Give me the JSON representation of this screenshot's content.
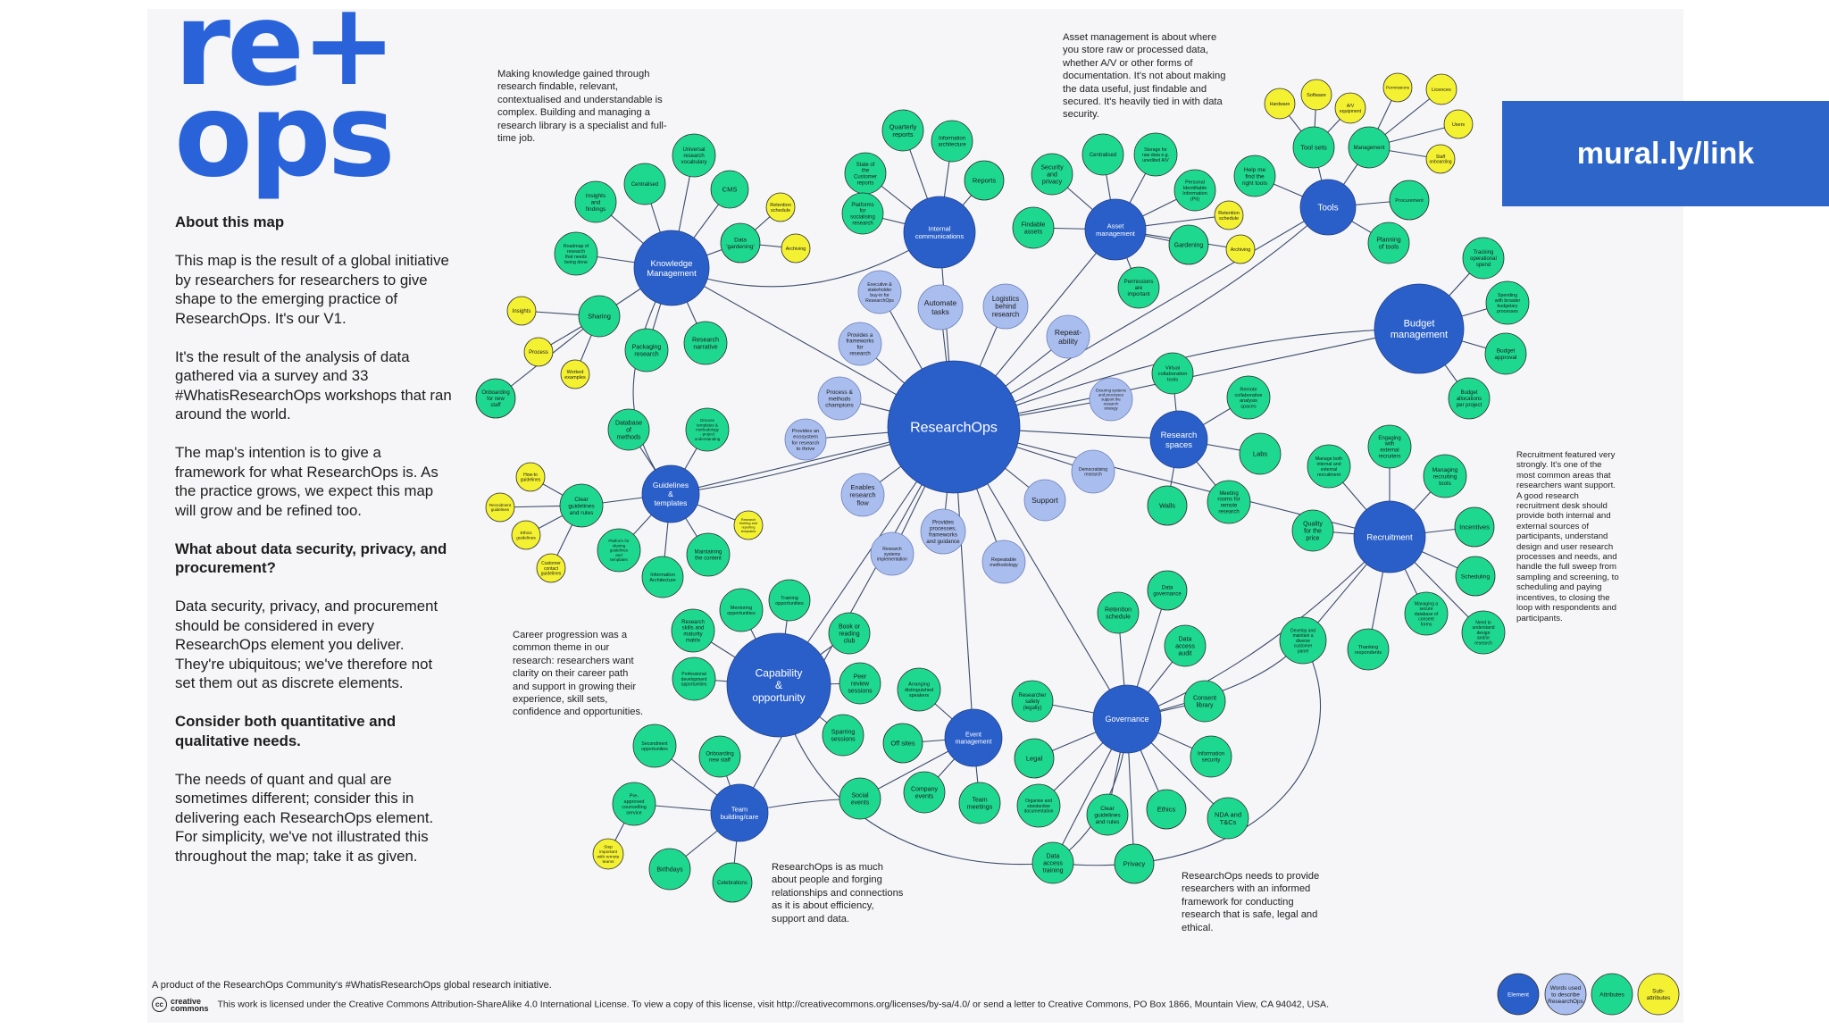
{
  "logo": "re+\nops",
  "promo": "mural.ly/link",
  "intro": [
    {
      "text": "About this map",
      "heading": true
    },
    {
      "text": "This map is the result of a global initiative by researchers for researchers to give shape to the emerging practice of ResearchOps. It's our V1."
    },
    {
      "text": "It's the result of the analysis of data gathered via a survey and 33 #WhatisResearchOps workshops that ran around the world."
    },
    {
      "text": "The map's intention is to give a framework for what ResearchOps is. As the practice grows, we expect this map will grow and be refined too."
    },
    {
      "text": "What about data security, privacy, and procurement?",
      "heading": true
    },
    {
      "text": "Data security, privacy, and procurement should be considered in every ResearchOps element you deliver. They're ubiquitous; we've therefore not set them out as discrete elements."
    },
    {
      "text": "Consider both quantitative and qualitative needs.",
      "heading": true
    },
    {
      "text": "The needs of quant and qual are sometimes different; consider this in delivering each ResearchOps element. For simplicity, we've not illustrated this throughout the map; take it as given."
    }
  ],
  "notes": {
    "knowledge": "Making knowledge gained through research findable, relevant, contextualised and understandable is complex. Building and managing a research library is a specialist and full-time job.",
    "asset": "Asset management is about where you store raw or processed data, whether A/V or other forms of documentation. It's not about making the data useful, just findable and secured. It's heavily tied in with data security.",
    "recruitment": "Recruitment featured very strongly. It's one of the most common areas that researchers want support. A good research recruitment desk should provide both internal and external sources of participants, understand design and user research processes and needs, and handle the full sweep from sampling and screening, to scheduling and paying incentives, to closing the loop with respondents and participants.",
    "career": "Career progression was a common theme in our research: researchers want clarity on their career path and support in growing their experience, skill sets, confidence and opportunities.",
    "people": "ResearchOps is as much about people and forging relationships and connections as it is about efficiency, support and data.",
    "legal": "ResearchOps needs to provide researchers with an informed framework for conducting research that is safe, legal and ethical."
  },
  "colors": {
    "element": "#2a5fc9",
    "describe": "#a9bdee",
    "attribute": "#1fd890",
    "sub": "#f4f132",
    "line": "#3a4a6a"
  },
  "map": {
    "center": {
      "label": "ResearchOps"
    },
    "elements": [
      {
        "id": "km",
        "label": "Knowledge\nManagement"
      },
      {
        "id": "ic",
        "label": "Internal\ncommunications"
      },
      {
        "id": "am",
        "label": "Asset\nmanagement"
      },
      {
        "id": "tools",
        "label": "Tools"
      },
      {
        "id": "budget",
        "label": "Budget\nmanagement"
      },
      {
        "id": "rs",
        "label": "Research\nspaces"
      },
      {
        "id": "rec",
        "label": "Recruitment"
      },
      {
        "id": "gov",
        "label": "Governance"
      },
      {
        "id": "ev",
        "label": "Event\nmanagement"
      },
      {
        "id": "cap",
        "label": "Capability\n&\nopportunity"
      },
      {
        "id": "team",
        "label": "Team\nbuilding/care"
      },
      {
        "id": "gt",
        "label": "Guidelines\n&\ntemplates"
      }
    ],
    "describers": [
      {
        "id": "d1",
        "label": "Executive &\nstakeholder\nbuy-in for\nResearchOps"
      },
      {
        "id": "d2",
        "label": "Automate\ntasks"
      },
      {
        "id": "d3",
        "label": "Logistics\nbehind\nresearch"
      },
      {
        "id": "d4",
        "label": "Repeat-\nability"
      },
      {
        "id": "d5",
        "label": "Provides a\nframeworks\nfor\nresearch"
      },
      {
        "id": "d6",
        "label": "Process &\nmethods\nchampions"
      },
      {
        "id": "d7",
        "label": "Provides an\necosystem\nfor research\nto thrive"
      },
      {
        "id": "d8",
        "label": "Ensuring systems\nand processes\nsupport the\nresearch\nstrategy"
      },
      {
        "id": "d9",
        "label": "Democratising\nresearch"
      },
      {
        "id": "d10",
        "label": "Support"
      },
      {
        "id": "d11",
        "label": "Enables\nresearch\nflow"
      },
      {
        "id": "d12",
        "label": "Provides\nprocesses,\nframeworks\nand guidance"
      },
      {
        "id": "d13",
        "label": "Research\nsystems\nimplementation"
      },
      {
        "id": "d14",
        "label": "Repeatable\nmethodology"
      }
    ],
    "attributes": [
      {
        "id": "a1",
        "label": "Universal\nresearch\nvocabulary"
      },
      {
        "id": "a2",
        "label": "Centralised"
      },
      {
        "id": "a3",
        "label": "Insights\nand\nfindings"
      },
      {
        "id": "a4",
        "label": "CMS"
      },
      {
        "id": "a5",
        "label": "Data\n'gardening'"
      },
      {
        "id": "a6",
        "label": "Roadmap of\nresearch\nthat needs\nbeing done"
      },
      {
        "id": "a7",
        "label": "Sharing"
      },
      {
        "id": "a8",
        "label": "Packaging\nresearch"
      },
      {
        "id": "a9",
        "label": "Research\nnarrative"
      },
      {
        "id": "a10",
        "label": "Onboarding\nfor new\nstaff"
      },
      {
        "id": "a11",
        "label": "State of\nthe\nCustomer\nreports"
      },
      {
        "id": "a12",
        "label": "Quarterly\nreports"
      },
      {
        "id": "a13",
        "label": "Information\narchitecture"
      },
      {
        "id": "a14",
        "label": "Reports"
      },
      {
        "id": "a15",
        "label": "Platforms\nfor\nsocialising\nresearch"
      },
      {
        "id": "a16",
        "label": "Security\nand\nprivacy"
      },
      {
        "id": "a17",
        "label": "Centralised"
      },
      {
        "id": "a18",
        "label": "Storage for\nraw data e.g.\nunedited A/V"
      },
      {
        "id": "a19",
        "label": "Personal\nIdentifiable\nInformation\n(PII)"
      },
      {
        "id": "a20",
        "label": "Findable\nassets"
      },
      {
        "id": "a21",
        "label": "Gardening"
      },
      {
        "id": "a22",
        "label": "Permissions\nare\nimportant"
      },
      {
        "id": "a23",
        "label": "Help me\nfind the\nright tools"
      },
      {
        "id": "a24",
        "label": "Tool sets"
      },
      {
        "id": "a25",
        "label": "Management"
      },
      {
        "id": "a26",
        "label": "Procurement"
      },
      {
        "id": "a27",
        "label": "Planning\nof tools"
      },
      {
        "id": "a28",
        "label": "Tracking\noperational\nspend"
      },
      {
        "id": "a29",
        "label": "Spending\nwith broader\nbudgetary\nprocesses"
      },
      {
        "id": "a30",
        "label": "Budget\napproval"
      },
      {
        "id": "a31",
        "label": "Budget\nallocations\nper project"
      },
      {
        "id": "a32",
        "label": "Virtual\ncollaboration\ntools"
      },
      {
        "id": "a33",
        "label": "Remote\ncollaborative\nanalysis\nspaces"
      },
      {
        "id": "a34",
        "label": "Labs"
      },
      {
        "id": "a35",
        "label": "Walls"
      },
      {
        "id": "a36",
        "label": "Meeting\nrooms for\nremote\nresearch"
      },
      {
        "id": "a37",
        "label": "Manage both\ninternal and\nexternal\nrecruitment"
      },
      {
        "id": "a38",
        "label": "Engaging\nwith\nexternal\nrecruiters"
      },
      {
        "id": "a39",
        "label": "Managing\nrecruiting\ntools"
      },
      {
        "id": "a40",
        "label": "Incentives"
      },
      {
        "id": "a41",
        "label": "Quality\nfor the\nprice"
      },
      {
        "id": "a42",
        "label": "Scheduling"
      },
      {
        "id": "a43",
        "label": "Develop and\nmaintain a\ndiverse\ncustomer\npanel"
      },
      {
        "id": "a44",
        "label": "Thanking\nrespondents"
      },
      {
        "id": "a45",
        "label": "Managing a\nsecure\ndatabase of\nconsent\nforms"
      },
      {
        "id": "a46",
        "label": "Need to\nunderstand\ndesign\nand/or\nresearch"
      },
      {
        "id": "a47",
        "label": "Data\ngovernance"
      },
      {
        "id": "a48",
        "label": "Retention\nschedule"
      },
      {
        "id": "a49",
        "label": "Data\naccess\naudit"
      },
      {
        "id": "a50",
        "label": "Consent\nlibrary"
      },
      {
        "id": "a51",
        "label": "Information\nsecurity"
      },
      {
        "id": "a52",
        "label": "NDA and\nT&Cs"
      },
      {
        "id": "a53",
        "label": "Ethics"
      },
      {
        "id": "a54",
        "label": "Privacy"
      },
      {
        "id": "a55",
        "label": "Clear\nguidelines\nand rules"
      },
      {
        "id": "a56",
        "label": "Organise and\nstandardise\ndocumentation"
      },
      {
        "id": "a57",
        "label": "Legal"
      },
      {
        "id": "a58",
        "label": "Researcher\nsafety\n(legally)"
      },
      {
        "id": "a59",
        "label": "Data\naccess\ntraining"
      },
      {
        "id": "a60",
        "label": "Arranging\ndistinguished\nspeakers"
      },
      {
        "id": "a61",
        "label": "Off sites"
      },
      {
        "id": "a62",
        "label": "Company\nevents"
      },
      {
        "id": "a63",
        "label": "Team\nmeetings"
      },
      {
        "id": "a64",
        "label": "Social\nevents"
      },
      {
        "id": "a65",
        "label": "Research\nskills and\nmaturity\nmatrix"
      },
      {
        "id": "a66",
        "label": "Mentoring\nopportunities"
      },
      {
        "id": "a67",
        "label": "Training\nopportunities"
      },
      {
        "id": "a68",
        "label": "Book or\nreading\nclub"
      },
      {
        "id": "a69",
        "label": "Professional\ndevelopment\nopportunities"
      },
      {
        "id": "a70",
        "label": "Peer\nreview\nsessions"
      },
      {
        "id": "a71",
        "label": "Sparring\nsessions"
      },
      {
        "id": "a72",
        "label": "Secondment\nopportunities"
      },
      {
        "id": "a73",
        "label": "Onboarding\nnew staff"
      },
      {
        "id": "a74",
        "label": "Pre-\napproved\ncounselling\nservice"
      },
      {
        "id": "a75",
        "label": "Birthdays"
      },
      {
        "id": "a76",
        "label": "Celebrations"
      },
      {
        "id": "a77",
        "label": "Database\nof\nmethods"
      },
      {
        "id": "a78",
        "label": "Discuss\ntemplates &\nmethodology\n- project\nunderstanding"
      },
      {
        "id": "a79",
        "label": "Clear\nguidelines\nand rules"
      },
      {
        "id": "a80",
        "label": "Platform for\nsharing\nguidelines\nand\ntemplates"
      },
      {
        "id": "a81",
        "label": "Maintaining\nthe content"
      },
      {
        "id": "a82",
        "label": "Information\nArchitecture"
      }
    ],
    "subs": [
      {
        "id": "s1",
        "label": "Retention\nschedule"
      },
      {
        "id": "s2",
        "label": "Archiving"
      },
      {
        "id": "s3",
        "label": "Insights"
      },
      {
        "id": "s4",
        "label": "Process"
      },
      {
        "id": "s5",
        "label": "Worked\nexamples"
      },
      {
        "id": "s6",
        "label": "Retention\nschedule"
      },
      {
        "id": "s7",
        "label": "Archiving"
      },
      {
        "id": "s8",
        "label": "Hardware"
      },
      {
        "id": "s9",
        "label": "Software"
      },
      {
        "id": "s10",
        "label": "A/V\nequipment"
      },
      {
        "id": "s11",
        "label": "Permissions"
      },
      {
        "id": "s12",
        "label": "Licences"
      },
      {
        "id": "s13",
        "label": "Users"
      },
      {
        "id": "s14",
        "label": "Staff\nonboarding"
      },
      {
        "id": "s15",
        "label": "How-to\nguidelines"
      },
      {
        "id": "s16",
        "label": "Recruitment\nguidelines"
      },
      {
        "id": "s17",
        "label": "Ethics\nguidelines"
      },
      {
        "id": "s18",
        "label": "Customer\ncontact\nguidelines"
      },
      {
        "id": "s19",
        "label": "Research\nbriefing and\nreporting\ntemplates"
      },
      {
        "id": "s20",
        "label": "Step\nimportant\nwith remote\nteams"
      }
    ]
  },
  "legend": [
    {
      "key": "element",
      "label": "Element"
    },
    {
      "key": "describe",
      "label": "Words used\nto describe\nResearchOps"
    },
    {
      "key": "attribute",
      "label": "Attributes"
    },
    {
      "key": "sub",
      "label": "Sub-\nattributes"
    }
  ],
  "footer": {
    "line1": "A product of the ResearchOps Community's #WhatisResearchOps global research initiative.",
    "cc_mark": "cc",
    "cc_word": "creative\ncommons",
    "line2": "This work is licensed under the Creative Commons Attribution-ShareAlike 4.0 International License. To view a copy of this license, visit http://creativecommons.org/licenses/by-sa/4.0/ or send a letter to Creative Commons, PO Box 1866, Mountain View, CA 94042, USA."
  }
}
